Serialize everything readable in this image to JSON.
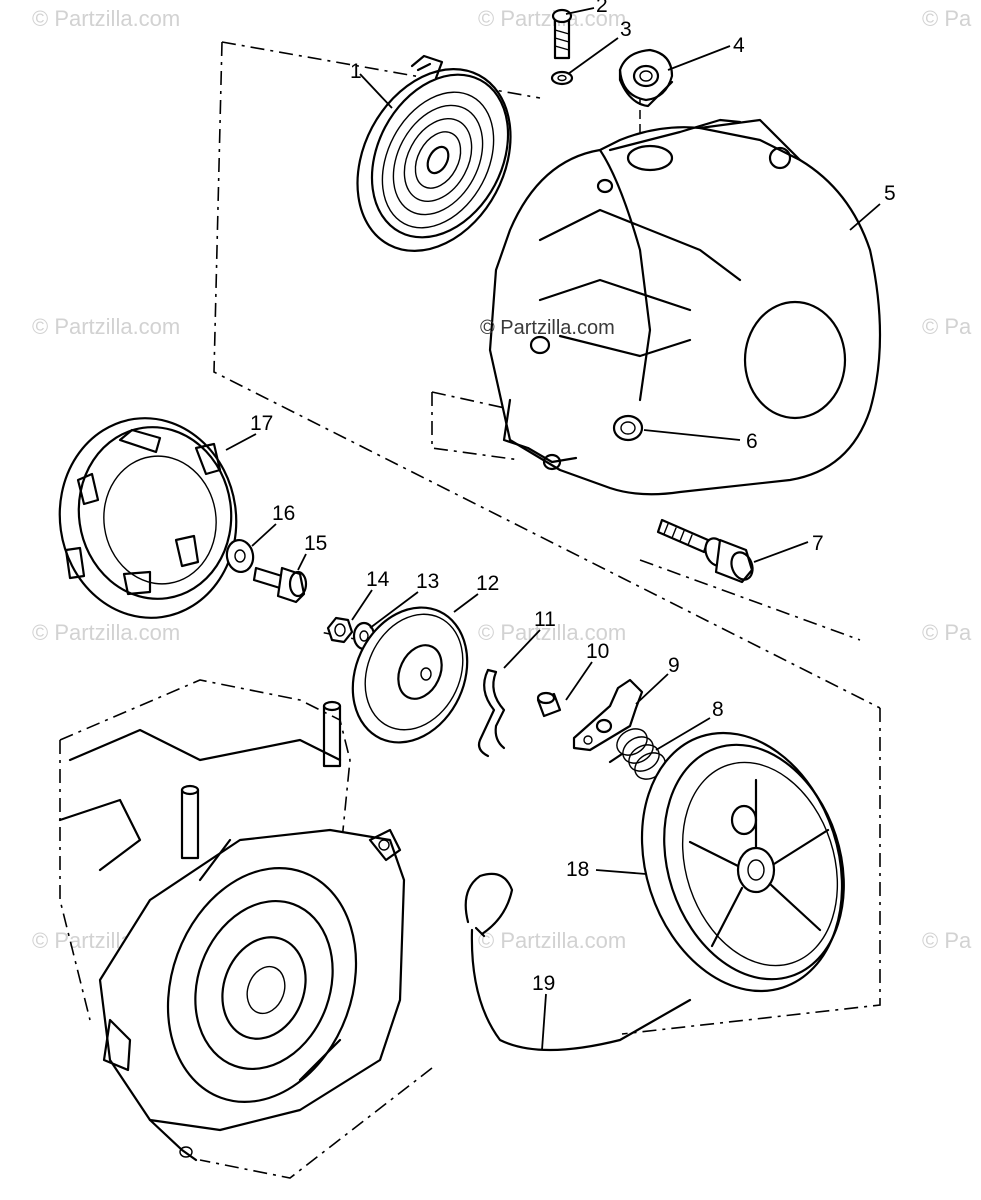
{
  "watermark": {
    "text": "© Partzilla.com",
    "partial_text": "© Pa",
    "center_text": "© Partzilla.com"
  },
  "callouts": {
    "c1": "1",
    "c2": "2",
    "c3": "3",
    "c4": "4",
    "c5": "5",
    "c6": "6",
    "c7": "7",
    "c8": "8",
    "c9": "9",
    "c10": "10",
    "c11": "11",
    "c12": "12",
    "c13": "13",
    "c14": "14",
    "c15": "15",
    "c16": "16",
    "c17": "17",
    "c18": "18",
    "c19": "19"
  },
  "parts": [
    "recoil-spring",
    "bolt",
    "washer",
    "handle-guide",
    "starter-housing",
    "grommet",
    "housing-bolt",
    "ratchet-spring",
    "ratchet-pawl",
    "bushing",
    "return-clip",
    "friction-plate",
    "lock-washer",
    "nut",
    "starter-cup-bolt",
    "cup-washer",
    "starter-cup",
    "rope-pulley",
    "starter-rope"
  ]
}
